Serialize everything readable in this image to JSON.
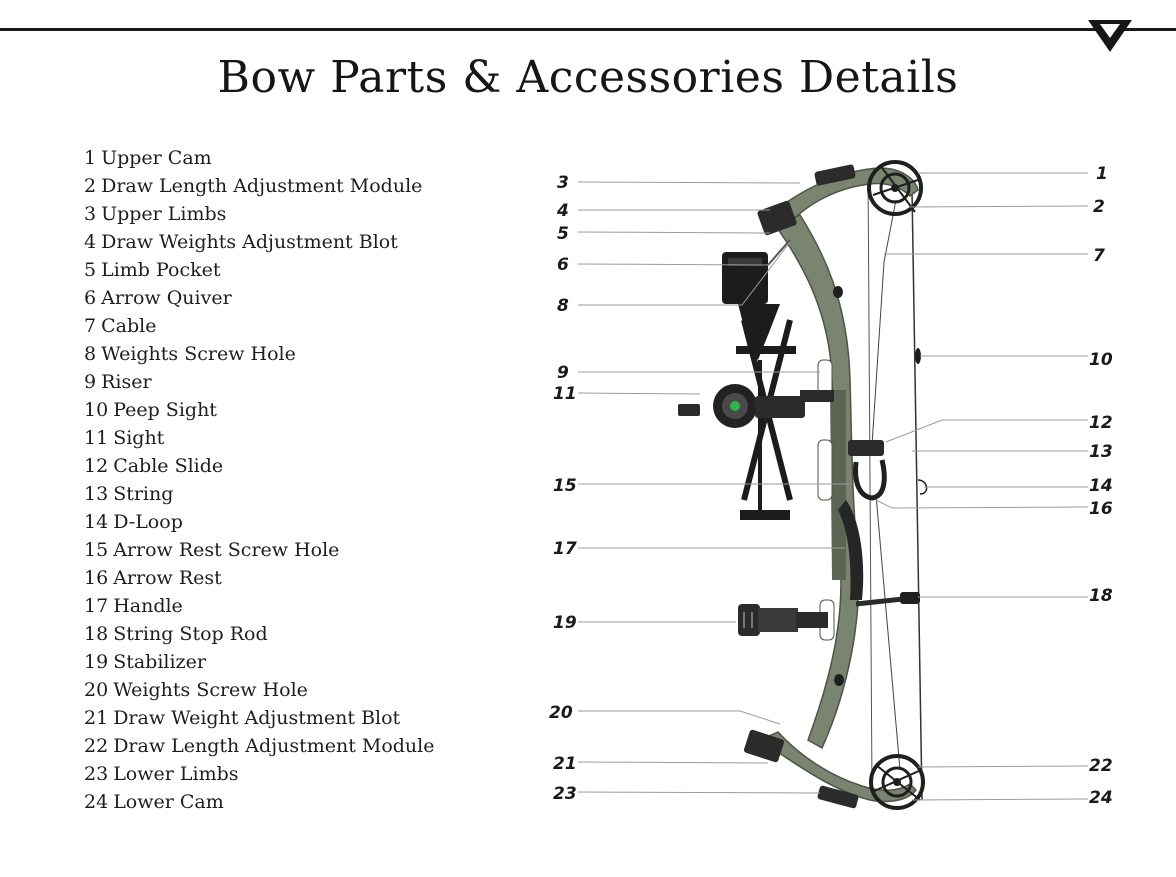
{
  "title": "Bow Parts & Accessories Details",
  "parts": [
    {
      "num": "1",
      "name": "Upper Cam"
    },
    {
      "num": "2",
      "name": "Draw Length Adjustment Module"
    },
    {
      "num": "3",
      "name": "Upper Limbs"
    },
    {
      "num": "4",
      "name": "Draw Weights Adjustment Blot"
    },
    {
      "num": "5",
      "name": "Limb Pocket"
    },
    {
      "num": "6",
      "name": "Arrow Quiver"
    },
    {
      "num": "7",
      "name": "Cable"
    },
    {
      "num": "8",
      "name": "Weights Screw Hole"
    },
    {
      "num": "9",
      "name": "Riser"
    },
    {
      "num": "10",
      "name": "Peep Sight"
    },
    {
      "num": "11",
      "name": "Sight"
    },
    {
      "num": "12",
      "name": "Cable Slide"
    },
    {
      "num": "13",
      "name": "String"
    },
    {
      "num": "14",
      "name": "D-Loop"
    },
    {
      "num": "15",
      "name": "Arrow Rest Screw Hole"
    },
    {
      "num": "16",
      "name": "Arrow Rest"
    },
    {
      "num": "17",
      "name": "Handle"
    },
    {
      "num": "18",
      "name": "String Stop Rod"
    },
    {
      "num": "19",
      "name": "Stabilizer"
    },
    {
      "num": "20",
      "name": "Weights Screw Hole"
    },
    {
      "num": "21",
      "name": "Draw Weight Adjustment Blot"
    },
    {
      "num": "22",
      "name": "Draw Length Adjustment Module"
    },
    {
      "num": "23",
      "name": "Lower Limbs"
    },
    {
      "num": "24",
      "name": "Lower Cam"
    }
  ],
  "callouts": {
    "c1": "1",
    "c2": "2",
    "c3": "3",
    "c4": "4",
    "c5": "5",
    "c6": "6",
    "c7": "7",
    "c8": "8",
    "c9": "9",
    "c10": "10",
    "c11": "11",
    "c12": "12",
    "c13": "13",
    "c14": "14",
    "c15": "15",
    "c16": "16",
    "c17": "17",
    "c18": "18",
    "c19": "19",
    "c20": "20",
    "c21": "21",
    "c22": "22",
    "c23": "23",
    "c24": "24"
  },
  "colors": {
    "riser": "#7b8470",
    "riser_dark": "#5c6453",
    "hardware": "#2b2b2b",
    "leader": "#9a9a9a"
  }
}
